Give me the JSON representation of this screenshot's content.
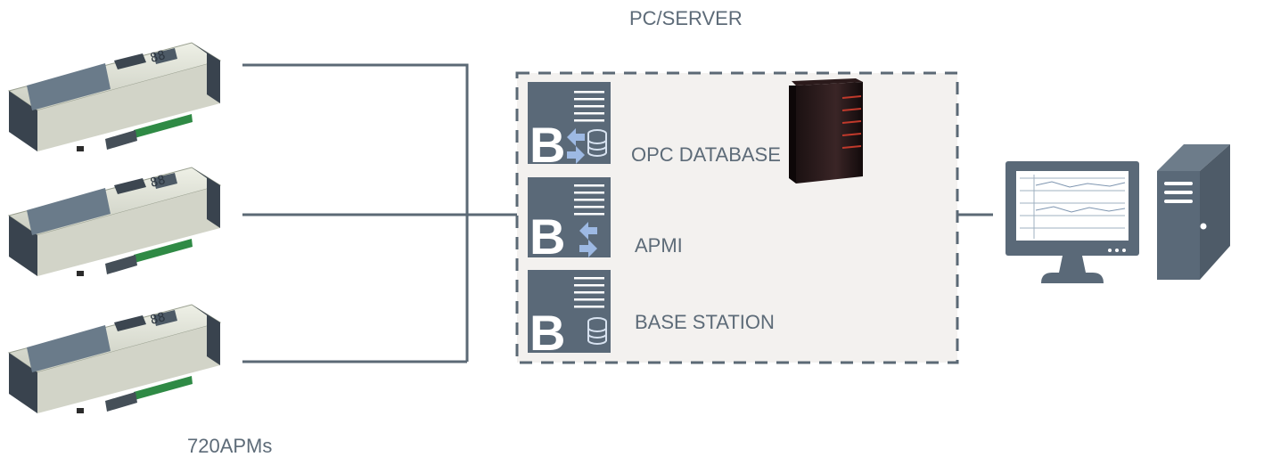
{
  "labels": {
    "server": "PC/SERVER",
    "devices": "720APMs"
  },
  "modules": [
    {
      "label": "OPC DATABASE",
      "letter": "B",
      "icon": "arrows-database-icon"
    },
    {
      "label": "APMI",
      "letter": "B",
      "icon": "arrows-icon"
    },
    {
      "label": "BASE STATION",
      "letter": "B",
      "icon": "database-icon"
    }
  ],
  "colors": {
    "line": "#5b6975",
    "module": "#5a6978",
    "arrow": "#9db9e3",
    "server_box_fill": "#f3f1ef",
    "label": "#5d6b78",
    "server_tower_led": "#c0392b"
  },
  "device_screen_text": "88"
}
